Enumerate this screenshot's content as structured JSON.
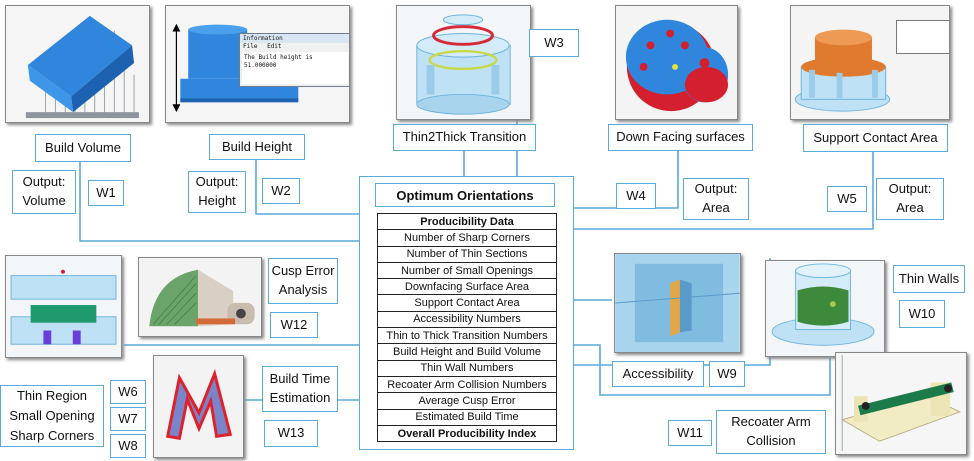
{
  "center": {
    "title": "Optimum Orientations",
    "table_rows": [
      "Producibility Data",
      "Number of Sharp Corners",
      "Number of Thin Sections",
      "Number of Small Openings",
      "Downfacing Surface Area",
      "Support Contact Area",
      "Accessibility Numbers",
      "Thin to Thick Transition Numbers",
      "Build Height and Build Volume",
      "Thin Wall Numbers",
      "Recoater Arm Collision Numbers",
      "Average Cusp Error",
      "Estimated Build Time",
      "Overall Producibility Index"
    ]
  },
  "labels": {
    "build_volume": "Build Volume",
    "build_height": "Build Height",
    "thin2thick": "Thin2Thick Transition",
    "down_facing": "Down Facing surfaces",
    "support_contact": "Support Contact Area",
    "output_volume": "Output:\nVolume",
    "output_height": "Output:\nHeight",
    "output_area_1": "Output:\nArea",
    "output_area_2": "Output:\nArea",
    "cusp_error": "Cusp Error\nAnalysis",
    "build_time": "Build Time\nEstimation",
    "thin_region": "Thin Region",
    "small_opening": "Small Opening",
    "sharp_corners": "Sharp Corners",
    "accessibility": "Accessibility",
    "thin_walls": "Thin Walls",
    "recoater": "Recoater Arm\nCollision"
  },
  "weights": {
    "w1": "W1",
    "w2": "W2",
    "w3": "W3",
    "w4": "W4",
    "w5": "W5",
    "w6": "W6",
    "w7": "W7",
    "w8": "W8",
    "w9": "W9",
    "w10": "W10",
    "w11": "W11",
    "w12": "W12",
    "w13": "W13"
  },
  "info_window": {
    "title": "Information",
    "menu_file": "File",
    "menu_edit": "Edit",
    "text": "The Build height is 51.000000"
  }
}
